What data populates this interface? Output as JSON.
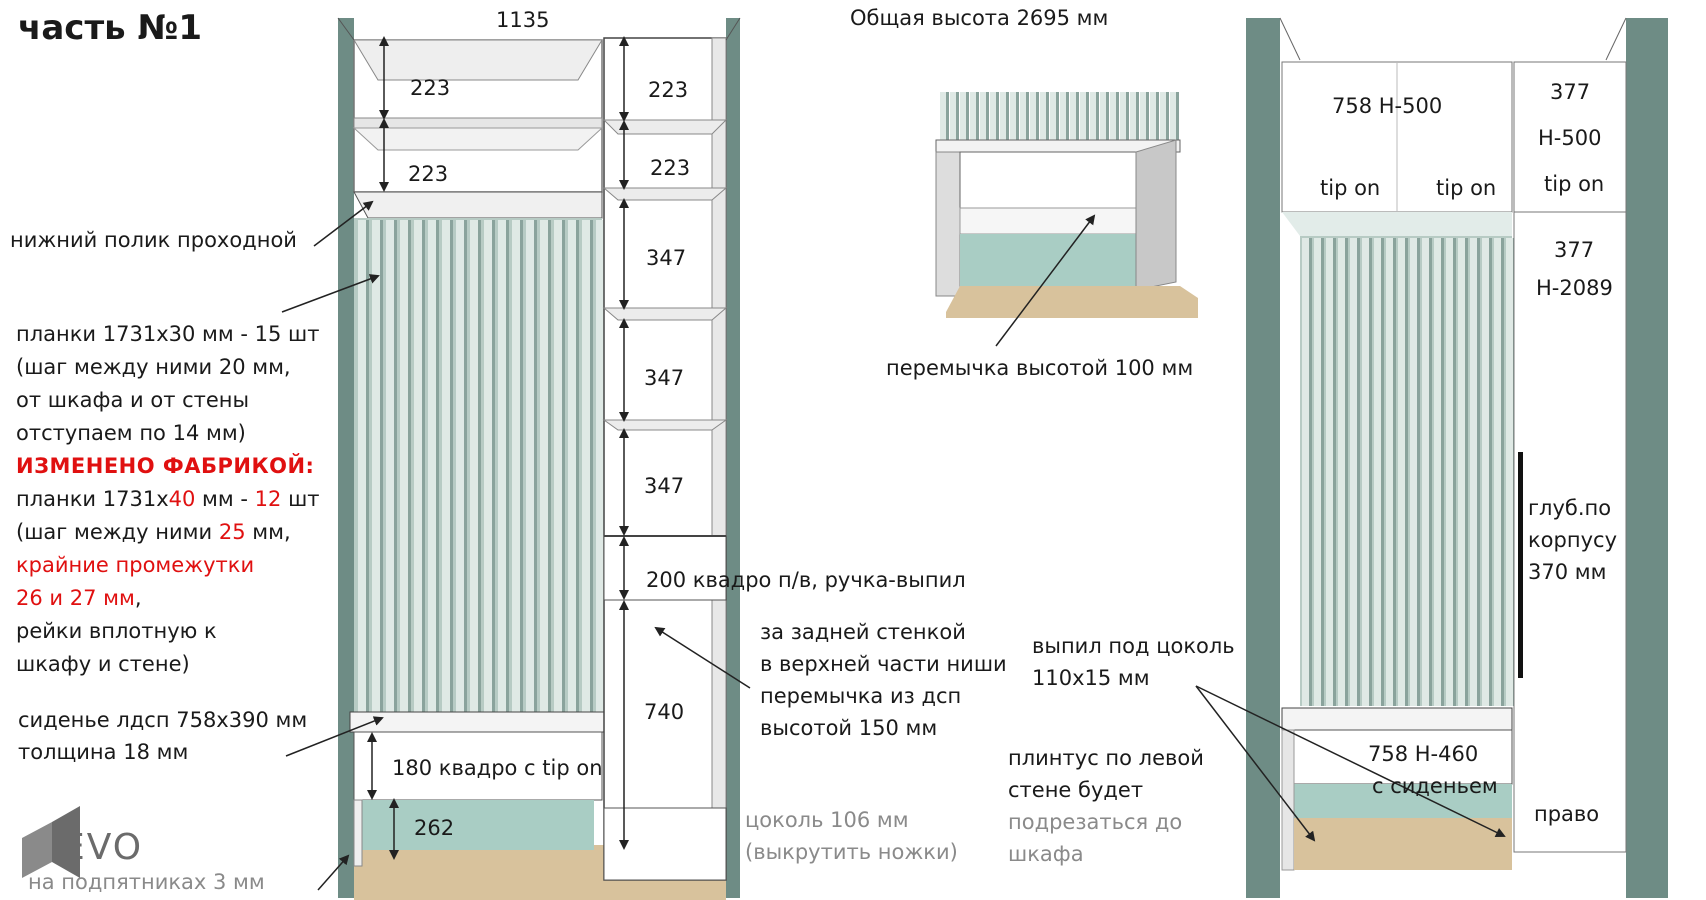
{
  "title": "часть №1",
  "overall_height": "Общая высота 2695 мм",
  "dims": {
    "width_top": "1135",
    "left_shelf_1": "223",
    "left_shelf_2": "223",
    "right_shelf_1": "223",
    "right_shelf_2": "223",
    "right_347_1": "347",
    "right_347_2": "347",
    "right_347_3": "347",
    "right_drawer": "200 квадро п/в, ручка-выпил",
    "right_740": "740",
    "bench_drawer": "180 квадро с tip on",
    "bench_262": "262"
  },
  "labels": {
    "lower_floor": "нижний полик проходной",
    "seat_line1": "сиденье лдсп 758х390 мм",
    "seat_line2": "толщина 18 мм",
    "podpyatniki": "на подпятниках 3 мм",
    "tsokol_line1": "цоколь 106 мм",
    "tsokol_line2": "(выкрутить ножки)",
    "behind_wall": [
      "за задней стенкой",
      "в верхней части ниши",
      "перемычка из дсп",
      "высотой 150 мм"
    ],
    "jumper": "перемычка высотой 100 мм",
    "vypil": [
      "выпил под цоколь",
      "110х15 мм"
    ],
    "plintus": [
      "плинтус по левой",
      "стене будет"
    ],
    "plintus_grey": [
      "подрезаться до",
      "шкафа"
    ]
  },
  "notes": {
    "l1": "планки 1731х30 мм - 15 шт",
    "l2": "(шаг между ними 20 мм,",
    "l3": "от шкафа и от стены",
    "l4": "отступаем по 14 мм)",
    "l5": "ИЗМЕНЕНО  ФАБРИКОЙ:",
    "l6a": "планки 1731х",
    "l6b": "40",
    "l6c": " мм - ",
    "l6d": "12",
    "l6e": " шт",
    "l7a": "(шаг между ними ",
    "l7b": "25",
    "l7c": " мм,",
    "l8": "крайние промежутки",
    "l9a": "26 и 27 мм",
    "l9b": ",",
    "l10": "рейки вплотную к",
    "l11": "шкафу и стене)"
  },
  "right_view": {
    "top_left_a": "758 Н-500",
    "tip_on_1": "tip on",
    "tip_on_2": "tip on",
    "top_right_w": "377",
    "top_right_h": "Н-500",
    "tip_on_3": "tip on",
    "col_w": "377",
    "col_h": "Н-2089",
    "depth": [
      "глуб.по",
      "корпусу",
      "370 мм"
    ],
    "bench_dim": "758 Н-460",
    "bench_sub": "с сиденьем",
    "pravo": "право"
  },
  "logo": {
    "text": "EVO",
    "color": "#6b6b6b"
  },
  "colors": {
    "wall": "#6e8c85",
    "slat": "#c9d8d2",
    "slat_shadow": "#8aa39c",
    "floor": "#d8c29c",
    "mint": "#a9cdc4",
    "line": "#333333",
    "accent_red": "#e01010"
  }
}
